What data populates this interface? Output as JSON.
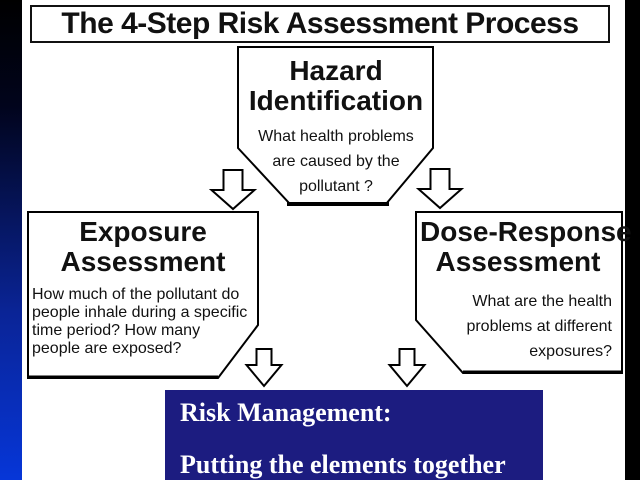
{
  "title": {
    "text": "The 4-Step Risk Assessment Process"
  },
  "hazard": {
    "title1": "Hazard",
    "title2": "Identification",
    "line1": "What health problems",
    "line2": "are caused by the",
    "line3": "pollutant ?"
  },
  "exposure": {
    "title1": "Exposure",
    "title2": "Assessment",
    "line1": "How much of the pollutant do",
    "line2": "people inhale during a specific",
    "line3": "time period? How many",
    "line4": "people are exposed?"
  },
  "dose": {
    "title1": "Dose-Response",
    "title2": "Assessment",
    "line1": "What are the health",
    "line2": "problems at different",
    "line3": "exposures?"
  },
  "risk": {
    "line1": "Risk Management:",
    "line2": "Putting the elements together"
  },
  "icons": {
    "arrows": "down-block-arrow"
  },
  "colors": {
    "risk-bg": "#1c1c80",
    "edge-blue": "#0636d8",
    "edge-black": "#000000",
    "shape-stroke": "#000000",
    "shape-fill": "#ffffff"
  }
}
